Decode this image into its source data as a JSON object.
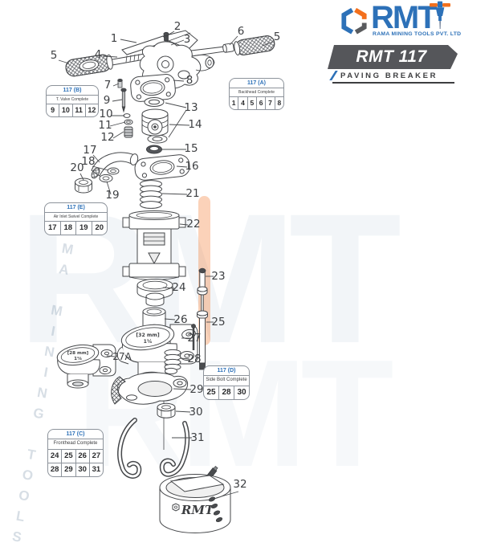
{
  "header": {
    "logo_text": "RMT",
    "company": "RAMA MINING TOOLS PVT. LTD",
    "model_badge": "RMT 117",
    "tagline": "PAVING BREAKER"
  },
  "colors": {
    "brand_blue": "#2d71b8",
    "brand_orange": "#f3701d",
    "banner_gray": "#55565a",
    "line_dark": "#45474a"
  },
  "watermark": {
    "big_text": "RMT",
    "diagonal_text": "RAMA MINING TOOLS"
  },
  "tables": {
    "b": {
      "title": "117 (B)",
      "subtitle": "T. Valve Complete",
      "cells": [
        "9",
        "10",
        "11",
        "12"
      ]
    },
    "a": {
      "title": "117 (A)",
      "subtitle": "Backhead Complete",
      "cells": [
        "1",
        "4",
        "5",
        "6",
        "7",
        "8"
      ]
    },
    "e": {
      "title": "117 (E)",
      "subtitle": "Air Inlet Swivel Complete",
      "cells": [
        "17",
        "18",
        "19",
        "20"
      ]
    },
    "d": {
      "title": "117 (D)",
      "subtitle": "Side Bolt Complete",
      "cells": [
        "25",
        "28",
        "30"
      ]
    },
    "c": {
      "title": "117 (C)",
      "subtitle": "Fronthead Complete",
      "rows": [
        [
          "24",
          "25",
          "26",
          "27"
        ],
        [
          "28",
          "29",
          "30",
          "31"
        ]
      ]
    }
  },
  "callouts": [
    "1",
    "2",
    "3",
    "4",
    "5",
    "5",
    "6",
    "7",
    "8",
    "9",
    "10",
    "11",
    "12",
    "13",
    "14",
    "15",
    "16",
    "17",
    "18",
    "19",
    "20",
    "21",
    "22",
    "23",
    "24",
    "25",
    "26",
    "27",
    "27A",
    "28",
    "29",
    "30",
    "31",
    "32"
  ],
  "part_labels": {
    "fronthead_27_mm": "[32 mm]",
    "fronthead_27_in": "1¼",
    "fronthead_27a_mm": "[28 mm]",
    "fronthead_27a_in": "1⅛",
    "anvil_brand": "RMT"
  }
}
